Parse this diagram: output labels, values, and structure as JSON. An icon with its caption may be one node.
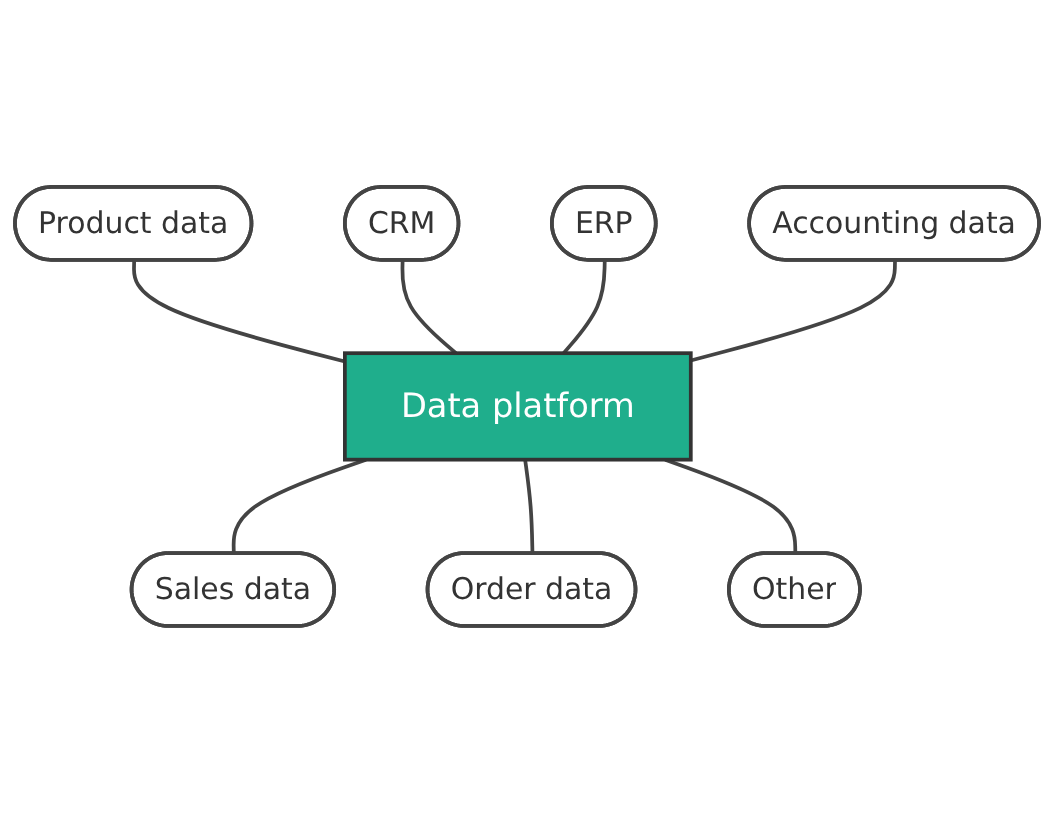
{
  "diagram": {
    "nodes": [
      {
        "text": [
          "CRM"
        ]
      },
      {
        "text": [
          "ERP"
        ]
      },
      {
        "text": [
          "Product data"
        ]
      },
      {
        "text": [
          "Data platform"
        ]
      },
      {
        "text": [
          "Accounting data"
        ]
      },
      {
        "text": [
          "Sales data"
        ]
      },
      {
        "text": [
          "Other"
        ]
      },
      {
        "text": [
          "Order data"
        ]
      }
    ],
    "edges": [
      {
        "from": 2,
        "to": 3,
        "arrow": "none"
      },
      {
        "from": 0,
        "to": 3,
        "arrow": "none"
      },
      {
        "from": 1,
        "to": 3,
        "arrow": "none"
      },
      {
        "from": 4,
        "to": 3,
        "arrow": "none"
      },
      {
        "from": 3,
        "to": 5,
        "arrow": "none"
      },
      {
        "from": 3,
        "to": 7,
        "arrow": "none"
      },
      {
        "from": 3,
        "to": 6,
        "arrow": "none"
      }
    ]
  }
}
